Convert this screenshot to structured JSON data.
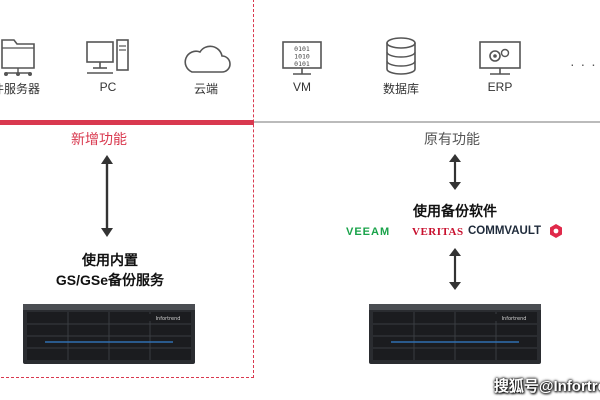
{
  "top_items": [
    {
      "label": "件服务器",
      "icon": "file-server-icon"
    },
    {
      "label": "PC",
      "icon": "pc-icon"
    },
    {
      "label": "云端",
      "icon": "cloud-icon"
    },
    {
      "label": "VM",
      "icon": "vm-icon"
    },
    {
      "label": "数据库",
      "icon": "database-icon"
    },
    {
      "label": "ERP",
      "icon": "erp-icon"
    },
    {
      "label": "· · · ·",
      "icon": "more-icon"
    }
  ],
  "vm_code": [
    "0101",
    "1010",
    "0101"
  ],
  "left": {
    "title": "新增功能",
    "line1": "使用内置",
    "line2": "GS/GSe备份服务"
  },
  "right": {
    "title": "原有功能",
    "caption": "使用备份软件",
    "logos": [
      "VEEAM",
      "VERITAS",
      "COMMVAULT"
    ]
  },
  "server_brand": "Infortrend",
  "watermark": "搜狐号@Infortre",
  "colors": {
    "accent_red": "#d9394f",
    "divider_gray": "#bbbbbb",
    "veeam_green": "#1aa34a",
    "veritas_red": "#c8102e",
    "commvault_dark": "#1e2a3a",
    "commvault_red": "#e0294a"
  }
}
